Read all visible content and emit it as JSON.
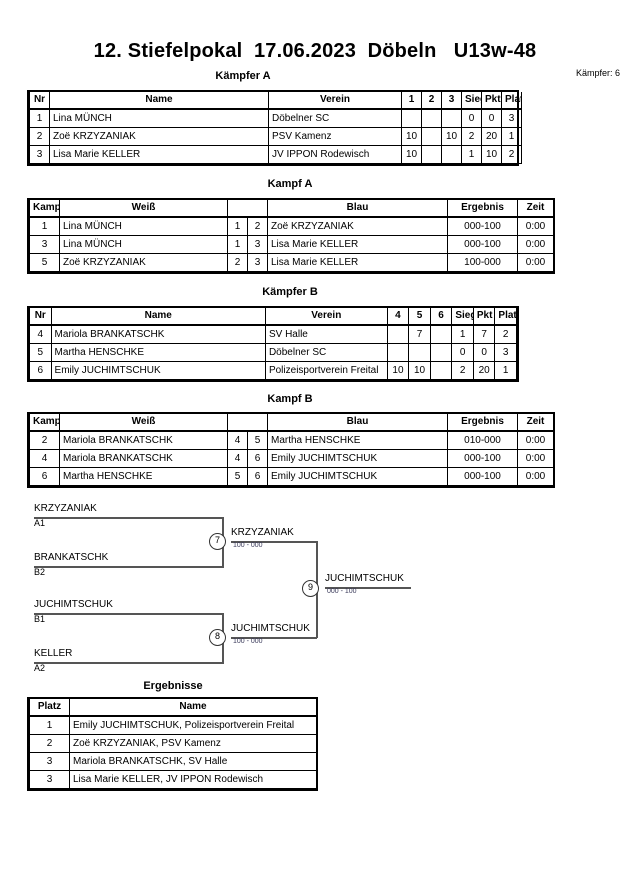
{
  "header": {
    "title": "12. Stiefelpokal  17.06.2023  Döbeln   U13w-48",
    "fighter_count": "Kämpfer: 6"
  },
  "pool_a": {
    "heading": "Kämpfer A",
    "columns": [
      "Nr",
      "Name",
      "Verein",
      "1",
      "2",
      "3",
      "Siege",
      "Pkt",
      "Platz"
    ],
    "rows": [
      {
        "nr": "1",
        "name": "Lina MÜNCH",
        "verein": "Döbelner SC",
        "m1": "",
        "m2": "",
        "m3": "",
        "siege": "0",
        "pkt": "0",
        "platz": "3"
      },
      {
        "nr": "2",
        "name": "Zoë KRZYZANIAK",
        "verein": "PSV Kamenz",
        "m1": "10",
        "m2": "",
        "m3": "10",
        "siege": "2",
        "pkt": "20",
        "platz": "1"
      },
      {
        "nr": "3",
        "name": "Lisa Marie KELLER",
        "verein": "JV IPPON Rodewisch",
        "m1": "10",
        "m2": "",
        "m3": "",
        "siege": "1",
        "pkt": "10",
        "platz": "2"
      }
    ]
  },
  "kampf_a": {
    "heading": "Kampf A",
    "columns": [
      "Kampf",
      "Weiß",
      "",
      "",
      "Blau",
      "Ergebnis",
      "Zeit"
    ],
    "rows": [
      {
        "kampf": "1",
        "weiss": "Lina MÜNCH",
        "wnr": "1",
        "bnr": "2",
        "blau": "Zoë KRZYZANIAK",
        "ergebnis": "000-100",
        "zeit": "0:00"
      },
      {
        "kampf": "3",
        "weiss": "Lina MÜNCH",
        "wnr": "1",
        "bnr": "3",
        "blau": "Lisa Marie KELLER",
        "ergebnis": "000-100",
        "zeit": "0:00"
      },
      {
        "kampf": "5",
        "weiss": "Zoë KRZYZANIAK",
        "wnr": "2",
        "bnr": "3",
        "blau": "Lisa Marie KELLER",
        "ergebnis": "100-000",
        "zeit": "0:00"
      }
    ]
  },
  "pool_b": {
    "heading": "Kämpfer B",
    "columns": [
      "Nr",
      "Name",
      "Verein",
      "4",
      "5",
      "6",
      "Siege",
      "Pkt",
      "Platz"
    ],
    "rows": [
      {
        "nr": "4",
        "name": "Mariola BRANKATSCHK",
        "verein": "SV Halle",
        "m1": "",
        "m2": "7",
        "m3": "",
        "siege": "1",
        "pkt": "7",
        "platz": "2"
      },
      {
        "nr": "5",
        "name": "Martha HENSCHKE",
        "verein": "Döbelner SC",
        "m1": "",
        "m2": "",
        "m3": "",
        "siege": "0",
        "pkt": "0",
        "platz": "3"
      },
      {
        "nr": "6",
        "name": "Emily JUCHIMTSCHUK",
        "verein": "Polizeisportverein Freital",
        "m1": "10",
        "m2": "10",
        "m3": "",
        "siege": "2",
        "pkt": "20",
        "platz": "1"
      }
    ]
  },
  "kampf_b": {
    "heading": "Kampf B",
    "columns": [
      "Kampf",
      "Weiß",
      "",
      "",
      "Blau",
      "Ergebnis",
      "Zeit"
    ],
    "rows": [
      {
        "kampf": "2",
        "weiss": "Mariola BRANKATSCHK",
        "wnr": "4",
        "bnr": "5",
        "blau": "Martha HENSCHKE",
        "ergebnis": "010-000",
        "zeit": "0:00"
      },
      {
        "kampf": "4",
        "weiss": "Mariola BRANKATSCHK",
        "wnr": "4",
        "bnr": "6",
        "blau": "Emily JUCHIMTSCHUK",
        "ergebnis": "000-100",
        "zeit": "0:00"
      },
      {
        "kampf": "6",
        "weiss": "Martha HENSCHKE",
        "wnr": "5",
        "bnr": "6",
        "blau": "Emily JUCHIMTSCHUK",
        "ergebnis": "000-100",
        "zeit": "0:00"
      }
    ]
  },
  "bracket": {
    "entries": [
      {
        "name": "KRZYZANIAK",
        "seed": "A1"
      },
      {
        "name": "BRANKATSCHK",
        "seed": "B2"
      },
      {
        "name": "JUCHIMTSCHUK",
        "seed": "B1"
      },
      {
        "name": "KELLER",
        "seed": "A2"
      }
    ],
    "matches": [
      {
        "no": "7",
        "winner": "KRZYZANIAK",
        "score": "100 - 000"
      },
      {
        "no": "8",
        "winner": "JUCHIMTSCHUK",
        "score": "100 - 000"
      },
      {
        "no": "9",
        "winner": "JUCHIMTSCHUK",
        "score": "000 - 100"
      }
    ]
  },
  "results": {
    "heading": "Ergebnisse",
    "columns": [
      "Platz",
      "Name"
    ],
    "rows": [
      {
        "platz": "1",
        "name": "Emily JUCHIMTSCHUK, Polizeisportverein Freital"
      },
      {
        "platz": "2",
        "name": "Zoë KRZYZANIAK, PSV Kamenz"
      },
      {
        "platz": "3",
        "name": "Mariola BRANKATSCHK, SV Halle"
      },
      {
        "platz": "3",
        "name": "Lisa Marie KELLER, JV IPPON Rodewisch"
      }
    ]
  }
}
